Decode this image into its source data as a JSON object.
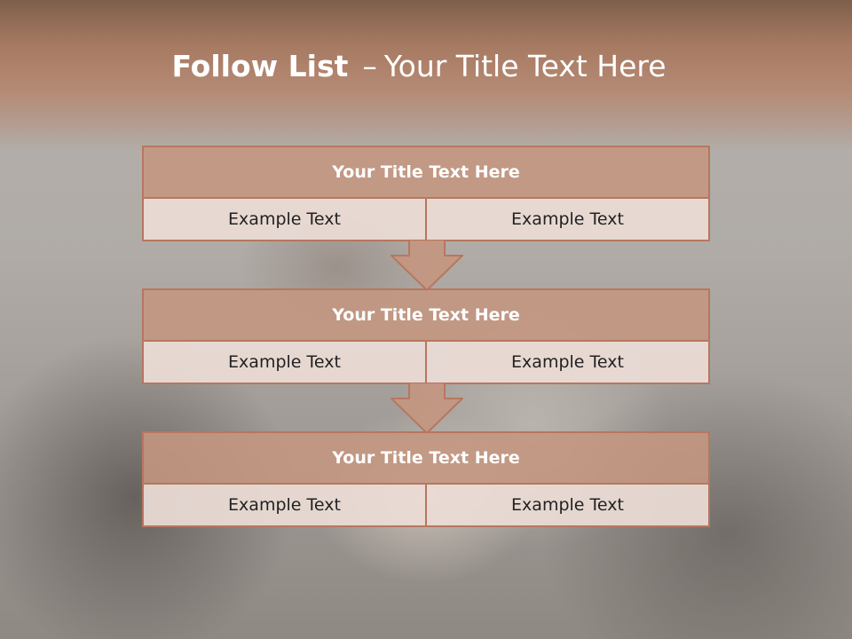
{
  "slide": {
    "title_strong": "Follow List",
    "title_separator": "–",
    "title_rest": "Your Title Text Here"
  },
  "blocks": [
    {
      "title": "Your Title Text Here",
      "left": "Example Text",
      "right": "Example Text"
    },
    {
      "title": "Your Title Text Here",
      "left": "Example Text",
      "right": "Example Text"
    },
    {
      "title": "Your Title Text Here",
      "left": "Example Text",
      "right": "Example Text"
    }
  ],
  "colors": {
    "header_band": "#a77a62",
    "block_border": "#b7775f",
    "block_head": "#c49680",
    "block_cell": "#ecdcd6",
    "arrow_fill": "#c49680"
  },
  "icons": [
    "down-arrow-icon"
  ]
}
